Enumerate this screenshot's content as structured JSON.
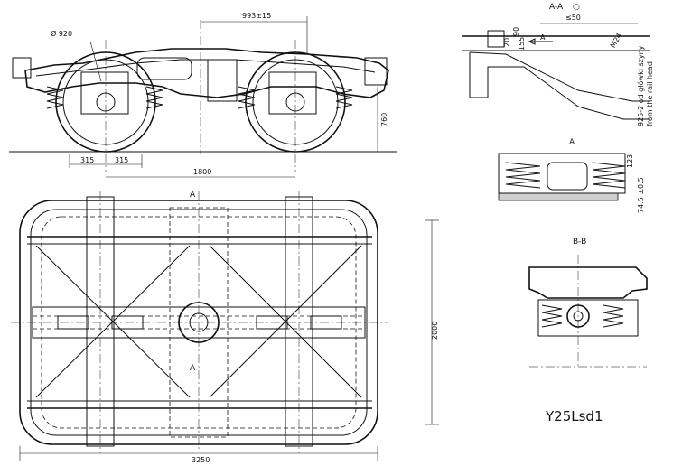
{
  "side_view": {
    "dim_top": "993±15",
    "dim_wheel_dia": "Ø 920",
    "dim_left_315": "315",
    "dim_right_315": "315",
    "dim_wheelbase": "1800",
    "dim_height": "760"
  },
  "plan_view": {
    "section_mark_top": "A",
    "section_mark_bottom": "A",
    "dim_width": "3250",
    "dim_length": "2000"
  },
  "section_aa": {
    "title": "A-A",
    "dim_50": "≤50",
    "dim_90": "90",
    "dim_20": "20",
    "dim_155": "155",
    "arrow_label": "A",
    "dim_vertical": "925-2 od główki szyny",
    "dim_vertical_en": "from the rail head",
    "dim_bolt": "M24"
  },
  "detail_a": {
    "title": "A",
    "dim_123": "123",
    "dim_bottom": "74.5 ±0.5"
  },
  "section_bb": {
    "title": "B-B"
  },
  "model_label": "Y25Lsd1"
}
